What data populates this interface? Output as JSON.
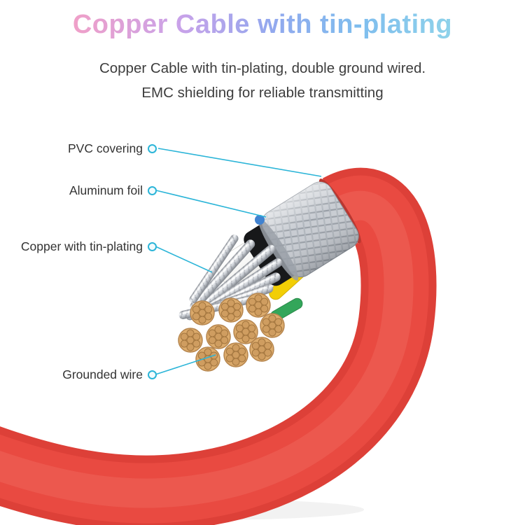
{
  "title": "Copper Cable with tin-plating",
  "subtitle": {
    "line1": "Copper Cable with tin-plating, double ground wired.",
    "line2": "EMC shielding for reliable transmitting"
  },
  "callouts": [
    {
      "id": "pvc-covering",
      "text": "PVC covering"
    },
    {
      "id": "aluminum-foil",
      "text": "Aluminum foil"
    },
    {
      "id": "copper-with-tin-plating",
      "text": "Copper with tin-plating"
    },
    {
      "id": "grounded-wire",
      "text": "Grounded wire"
    }
  ],
  "colors": {
    "callout_line": "#2cb5d8",
    "cable_jacket_red": "#e84b42",
    "braided_shield_gray": "#c8ccd2",
    "copper_strand_tan": "#dcab6c",
    "title_gradient": [
      "#f0a0c8",
      "#c9a2e9",
      "#93a8ee",
      "#8ed2ea"
    ]
  }
}
